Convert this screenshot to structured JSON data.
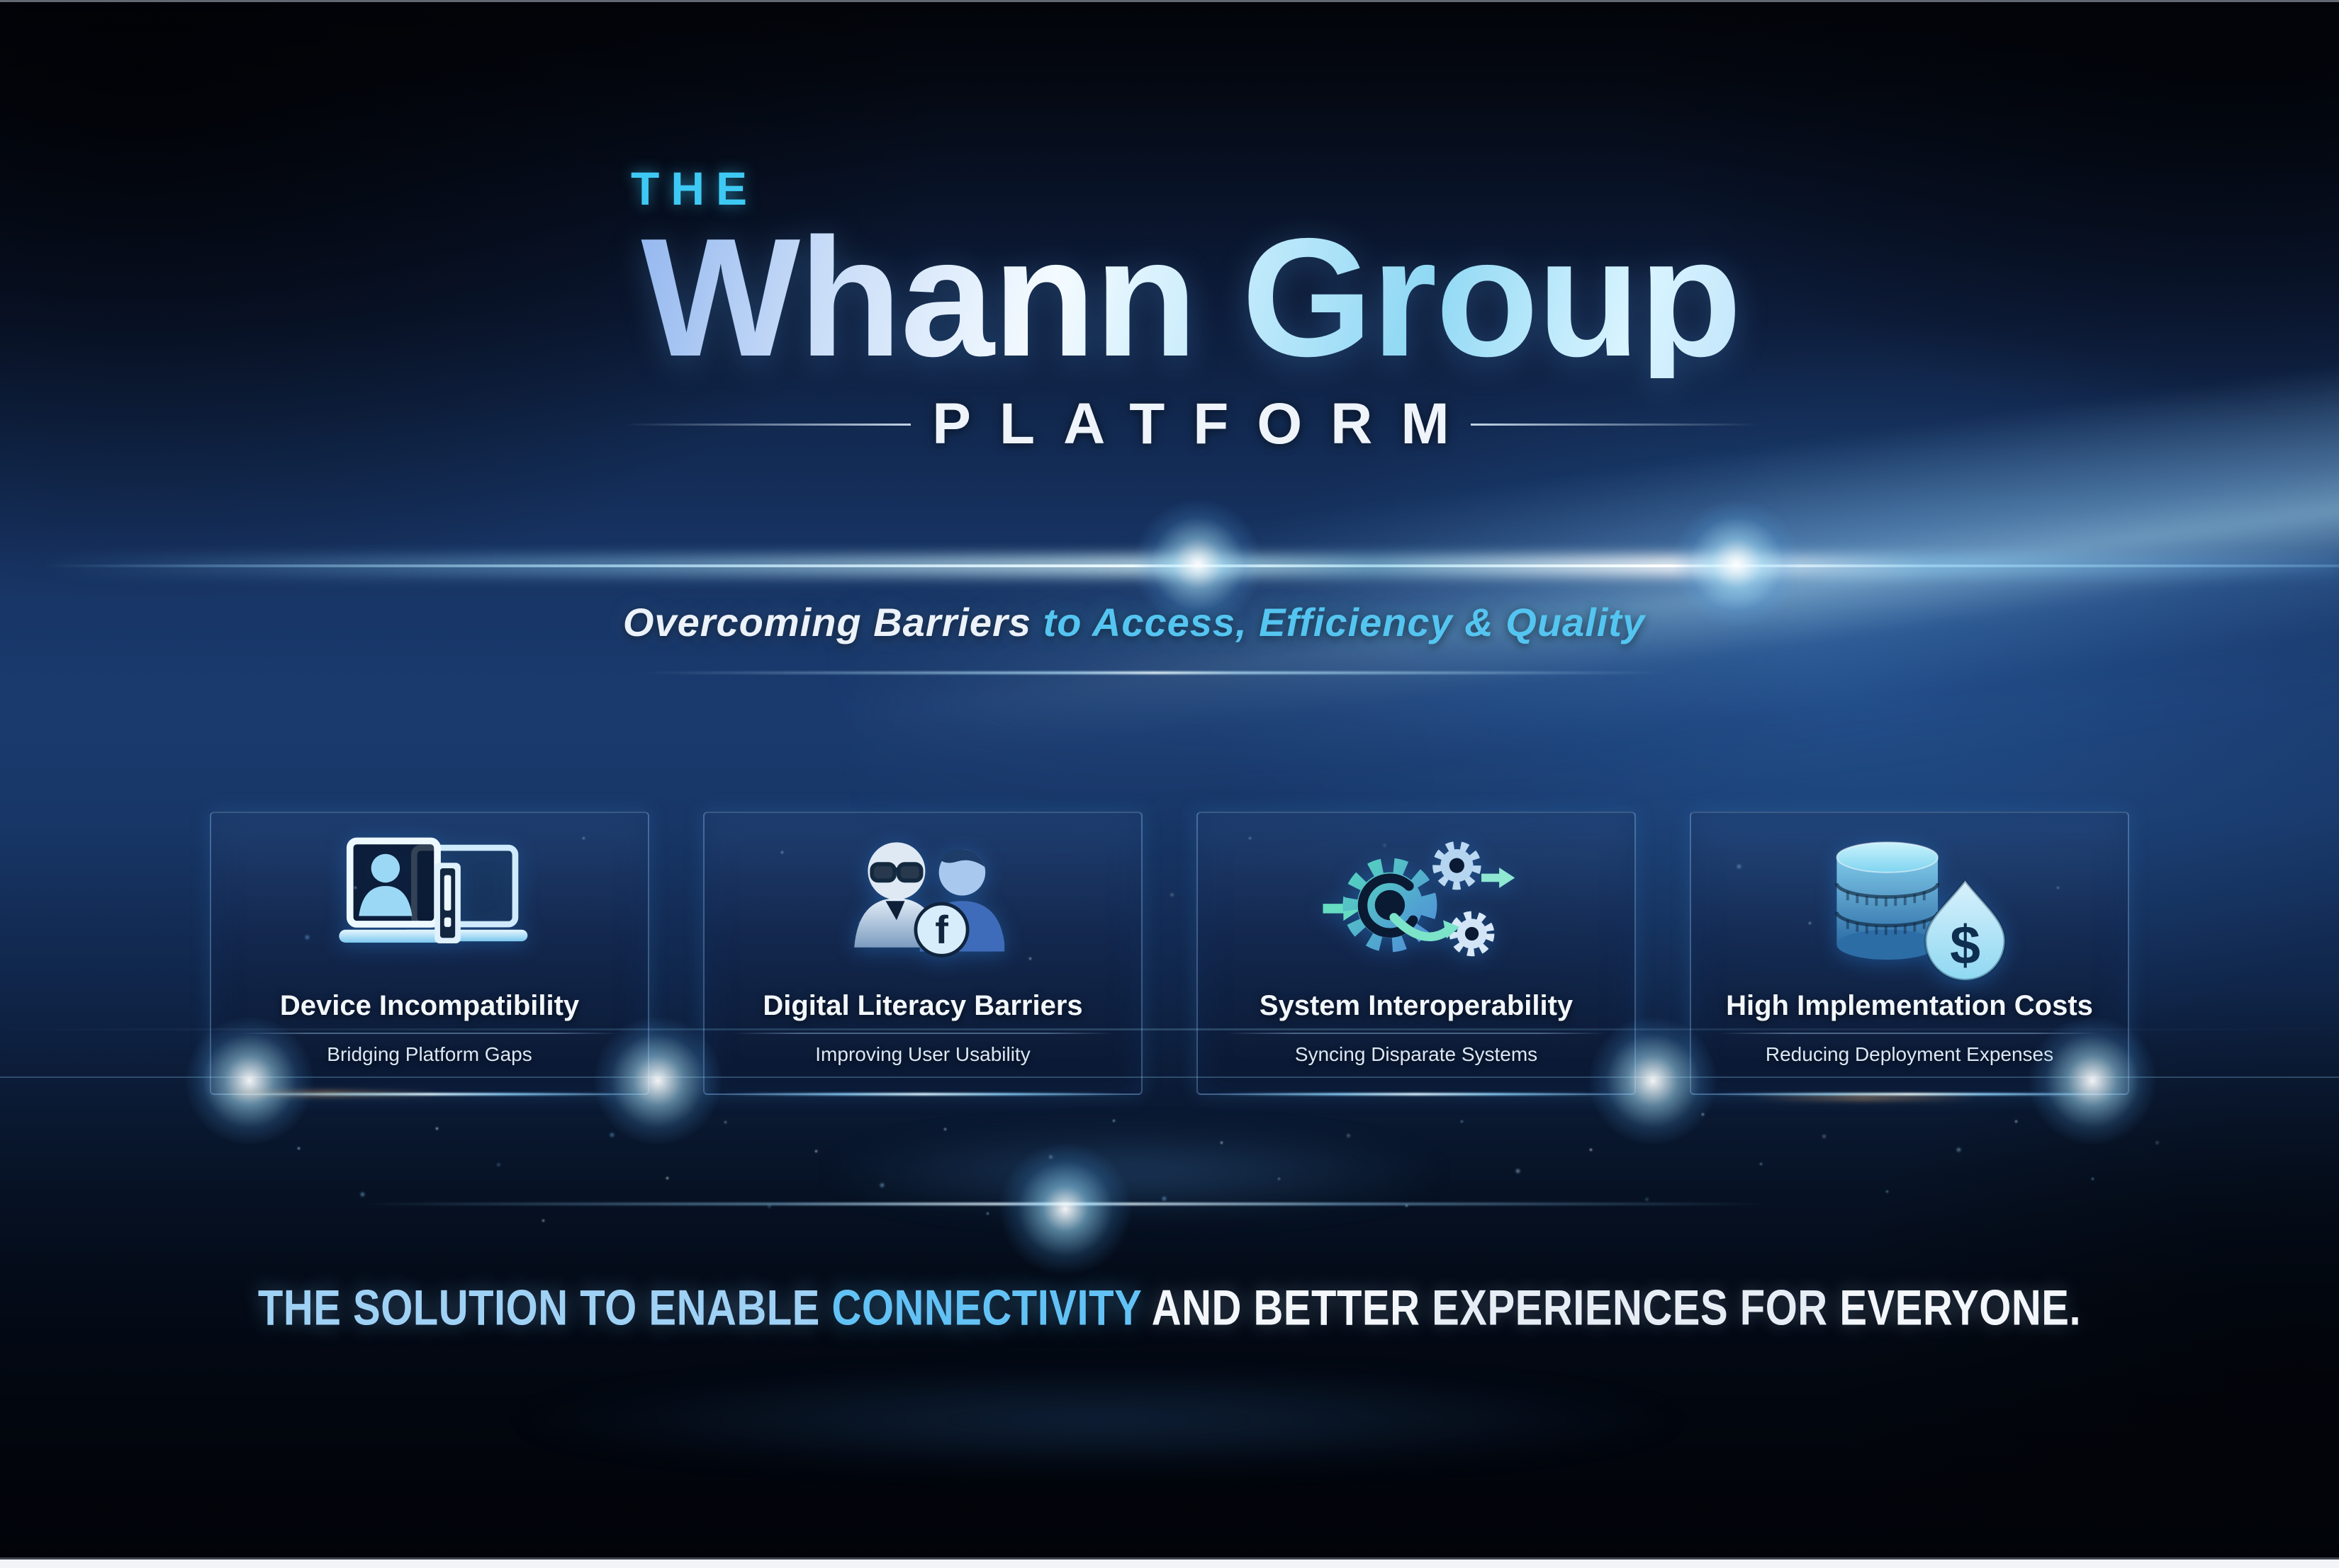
{
  "header": {
    "kicker": "THE",
    "title": "Whann Group",
    "banner": "PLATFORM",
    "subtitle_plain": "Overcoming Barriers ",
    "subtitle_accent": "to Access, Efficiency & Quality"
  },
  "cards": [
    {
      "icon": "laptop-alert-icon",
      "title": "Device Incompatibility",
      "subtitle": "Bridging Platform Gaps"
    },
    {
      "icon": "users-literacy-icon",
      "title": "Digital Literacy Barriers",
      "subtitle": "Improving User Usability"
    },
    {
      "icon": "gears-sync-icon",
      "title": "System Interoperability",
      "subtitle": "Syncing Disparate Systems"
    },
    {
      "icon": "coins-dollar-icon",
      "title": "High Implementation Costs",
      "subtitle": "Reducing Deployment Expenses"
    }
  ],
  "footer": {
    "s1": "THE SOLUTION TO ENABLE ",
    "s2": "CONNECTIVITY ",
    "s3": "AND BETTER ",
    "s4": "EXPERIENCES FOR ",
    "s5": "EVERYONE."
  },
  "colors": {
    "kicker_cyan": "#3ec9f4",
    "subtitle_accent_cyan": "#54c5f0",
    "headline_gradient": [
      "#8fb4ee",
      "#f4fbff",
      "#8fd8f4"
    ],
    "footer_blue": "#9fd1f5",
    "footer_cyan": "#63c2f5",
    "footer_white": "#f3f7fb",
    "card_border": "#84b6e8",
    "background_deep": "#020409",
    "background_band": "#1a3a6e"
  }
}
